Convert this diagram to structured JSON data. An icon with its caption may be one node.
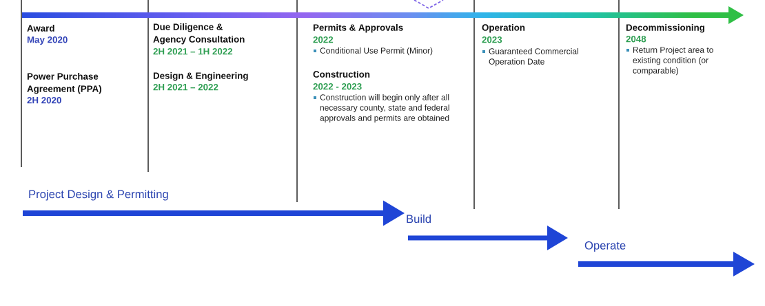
{
  "diagram": {
    "labels": [
      "Award",
      "May 2020",
      "Power Purchase Agreement (PPA)",
      "2H 2020",
      "Due Diligence & Agency Consultation",
      "2H 2021 – 1H 2022",
      "Design & Engineering",
      "2H 2021 – 2022",
      "Permits & Approvals",
      "2022",
      "Conditional Use Permit (Minor)",
      "Construction",
      "2022 - 2023",
      "Construction will begin only after all necessary county, state and federal approvals and permits are obtained",
      "Operation",
      "2023",
      "Guaranteed Commercial Operation Date",
      "Decommissioning",
      "2048",
      "Return Project area to existing condition (or comparable)",
      "Project Design & Permitting",
      "Build",
      "Operate"
    ]
  }
}
